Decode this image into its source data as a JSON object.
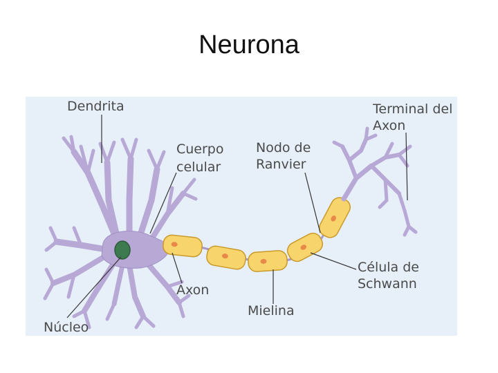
{
  "title": "Neurona",
  "colors": {
    "panel_background": "#e7f0f9",
    "neuron_fill": "#b7a8d6",
    "neuron_stroke": "#7a6a9e",
    "nucleus_fill": "#3e7a4f",
    "myelin_fill": "#f7d46c",
    "myelin_stroke": "#c99a2a",
    "schwann_nucleus": "#e8894a",
    "label_text": "#4a4a4a",
    "leader_line": "#333333"
  },
  "labels": {
    "dendrita": "Dendrita",
    "terminal_line1": "Terminal del",
    "terminal_line2": "Axon",
    "cuerpo_line1": "Cuerpo",
    "cuerpo_line2": "celular",
    "nodo_line1": "Nodo de",
    "nodo_line2": "Ranvier",
    "axon": "Axon",
    "nucleo": "Núcleo",
    "mielina": "Mielina",
    "celula_line1": "Célula de",
    "celula_line2": "Schwann"
  }
}
